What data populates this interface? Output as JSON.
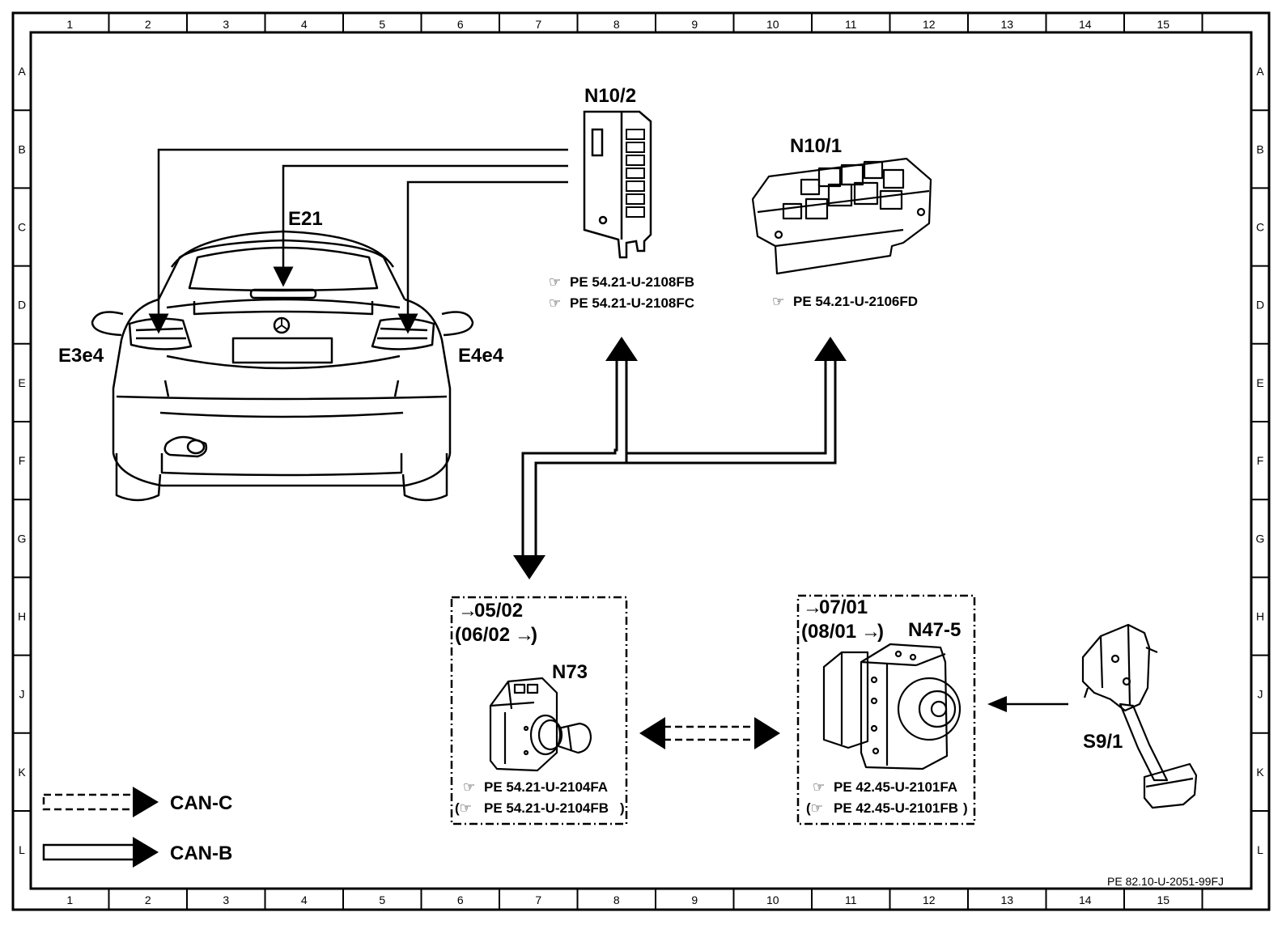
{
  "frame": {
    "columns": [
      "1",
      "2",
      "3",
      "4",
      "5",
      "6",
      "7",
      "8",
      "9",
      "10",
      "11",
      "12",
      "13",
      "14",
      "15"
    ],
    "rows": [
      "A",
      "B",
      "C",
      "D",
      "E",
      "F",
      "G",
      "H",
      "J",
      "K",
      "L"
    ],
    "doc_id": "PE 82.10-U-2051-99FJ"
  },
  "components": {
    "n10_2": {
      "label": "N10/2",
      "refs": [
        "PE 54.21-U-2108FB",
        "PE 54.21-U-2108FC"
      ]
    },
    "n10_1": {
      "label": "N10/1",
      "refs": [
        "PE 54.21-U-2106FD"
      ]
    },
    "e21": {
      "label": "E21"
    },
    "e3e4": {
      "label": "E3e4"
    },
    "e4e4": {
      "label": "E4e4"
    },
    "n73": {
      "label": "N73",
      "validity_1": "05/02",
      "validity_2_prefix": "(06/02",
      "validity_2_suffix": ")",
      "refs": [
        "PE 54.21-U-2104FA",
        "PE 54.21-U-2104FB"
      ]
    },
    "n47_5": {
      "label": "N47-5",
      "validity_1": "07/01",
      "validity_2_prefix": "(08/01",
      "validity_2_suffix": ")",
      "refs": [
        "PE 42.45-U-2101FA",
        "PE 42.45-U-2101FB"
      ]
    },
    "s9_1": {
      "label": "S9/1"
    }
  },
  "legend": {
    "can_c": "CAN-C",
    "can_b": "CAN-B"
  }
}
